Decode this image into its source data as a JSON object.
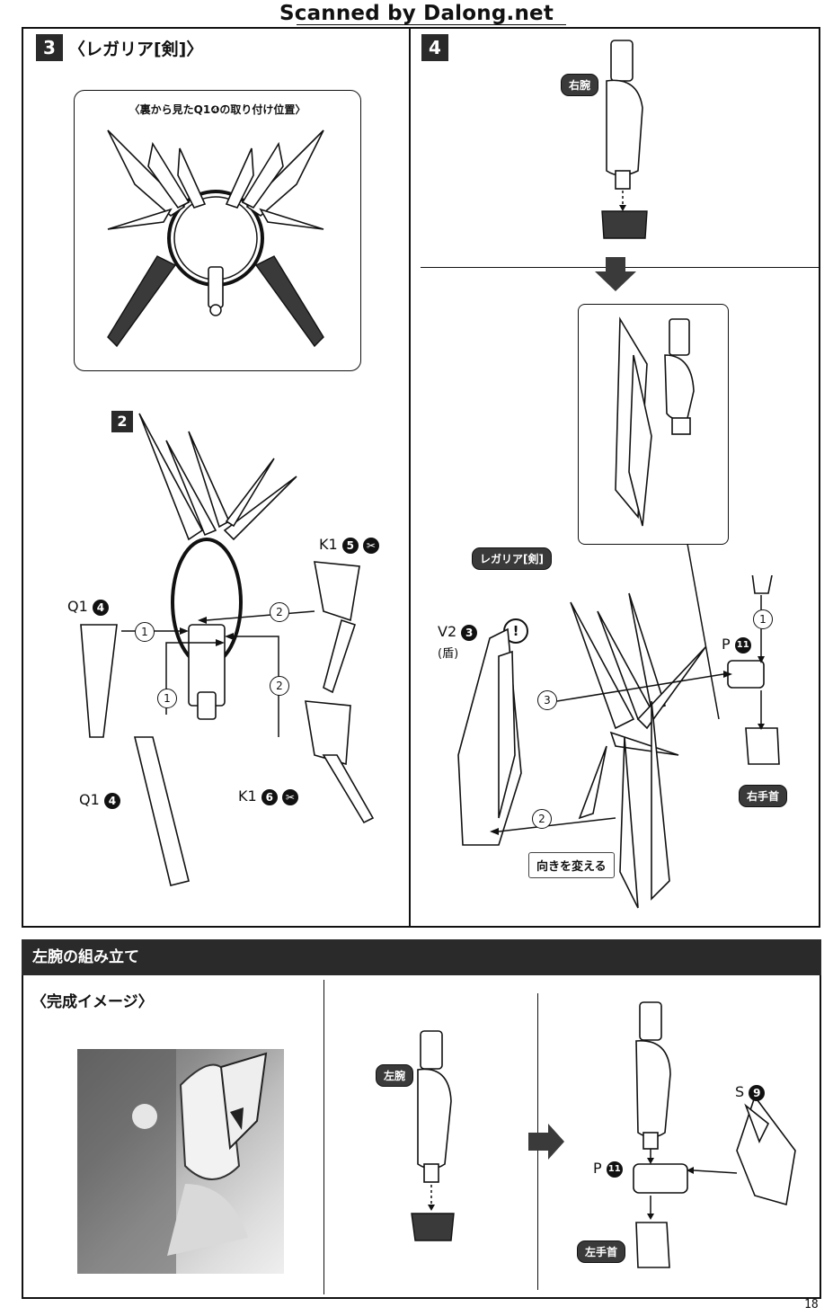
{
  "watermark": "Scanned by Dalong.net",
  "step3": {
    "number": "3",
    "title": "〈レガリア[剣]〉",
    "inset_caption": "〈裏から見たQ1❹の取り付け位置〉",
    "substep": "2",
    "parts": {
      "q1_top": "Q1",
      "q1_bottom": "Q1",
      "k1_top": "K1",
      "k1_bottom": "K1"
    },
    "part_numbers": {
      "q1": "4",
      "k1_top": "5",
      "k1_bottom": "6"
    },
    "arrow_labels": [
      "1",
      "2",
      "1",
      "2"
    ]
  },
  "step4": {
    "number": "4",
    "right_arm_tag": "右腕",
    "regalia_tag": "レガリア[剣]",
    "v2_label": "V2",
    "v2_number": "3",
    "v2_sub": "(盾)",
    "p_label": "P",
    "p_number": "11",
    "wrist_tag": "右手首",
    "turn_note": "向きを変える",
    "arrow_labels": [
      "1",
      "3",
      "2"
    ]
  },
  "left_arm": {
    "banner": "左腕の組み立て",
    "complete_image": "〈完成イメージ〉",
    "left_arm_tag": "左腕",
    "s_label": "S",
    "s_number": "9",
    "p_label": "P",
    "p_number": "11",
    "wrist_tag": "左手首"
  },
  "page_number": "18"
}
